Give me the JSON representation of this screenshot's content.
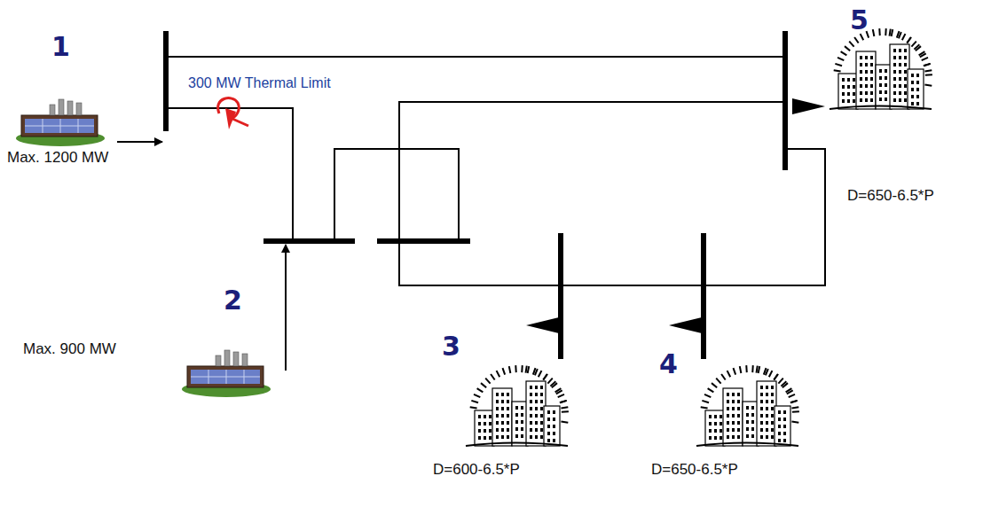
{
  "diagram": {
    "labels": [
      "1",
      "300 MW Thermal Limit",
      "Max. 1200 MW",
      "5",
      "D=650-6.5*P",
      "2",
      "Max. 900 MW",
      "3",
      "4",
      "D=600-6.5*P",
      "D=650-6.5*P"
    ]
  }
}
